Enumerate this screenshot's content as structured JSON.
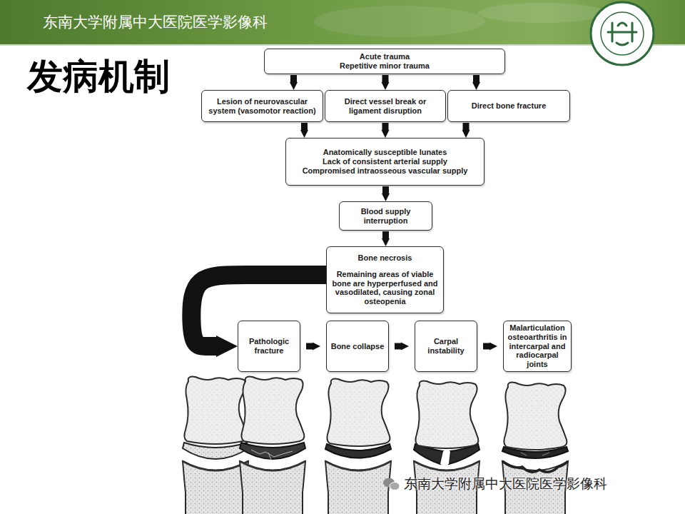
{
  "diagram": {
    "title": "发病机制",
    "nodes": [
      {
        "text": [
          "Acute trauma",
          "Repetitive minor trauma"
        ]
      },
      {
        "text": [
          "Lesion of neurovascular system (vasomotor reaction)"
        ]
      },
      {
        "text": [
          "Direct vessel break or ligament disruption"
        ]
      },
      {
        "text": [
          "Direct bone fracture"
        ]
      },
      {
        "text": [
          "Anatomically susceptible lunates",
          "Lack of consistent arterial supply",
          "Compromised intraosseous vascular supply"
        ]
      },
      {
        "text": [
          "Blood supply interruption"
        ]
      },
      {
        "text": [
          "Bone necrosis",
          "Remaining areas of viable bone are hyperperfused and vasodilated, causing zonal osteopenia"
        ]
      },
      {
        "text": [
          "Pathologic fracture"
        ]
      },
      {
        "text": [
          "Bone collapse"
        ]
      },
      {
        "text": [
          "Carpal instability"
        ]
      },
      {
        "text": [
          "Malarticulation osteoarthritis in intercarpal and radiocarpal joints"
        ]
      }
    ],
    "edges": [
      {
        "from": 0,
        "to": 1,
        "arrow": "to"
      },
      {
        "from": 0,
        "to": 2,
        "arrow": "to"
      },
      {
        "from": 0,
        "to": 3,
        "arrow": "to"
      },
      {
        "from": 1,
        "to": 4,
        "arrow": "to"
      },
      {
        "from": 2,
        "to": 4,
        "arrow": "to"
      },
      {
        "from": 3,
        "to": 4,
        "arrow": "to"
      },
      {
        "from": 4,
        "to": 5,
        "arrow": "to"
      },
      {
        "from": 5,
        "to": 6,
        "arrow": "to"
      },
      {
        "from": 6,
        "to": 7,
        "arrow": "to"
      },
      {
        "from": 7,
        "to": 8,
        "arrow": "to"
      },
      {
        "from": 8,
        "to": 9,
        "arrow": "to"
      },
      {
        "from": 9,
        "to": 10,
        "arrow": "to"
      }
    ],
    "labels": [
      "东南大学附属中大医院医学影像科",
      "东南大学附属中大医院医学影像科"
    ]
  }
}
